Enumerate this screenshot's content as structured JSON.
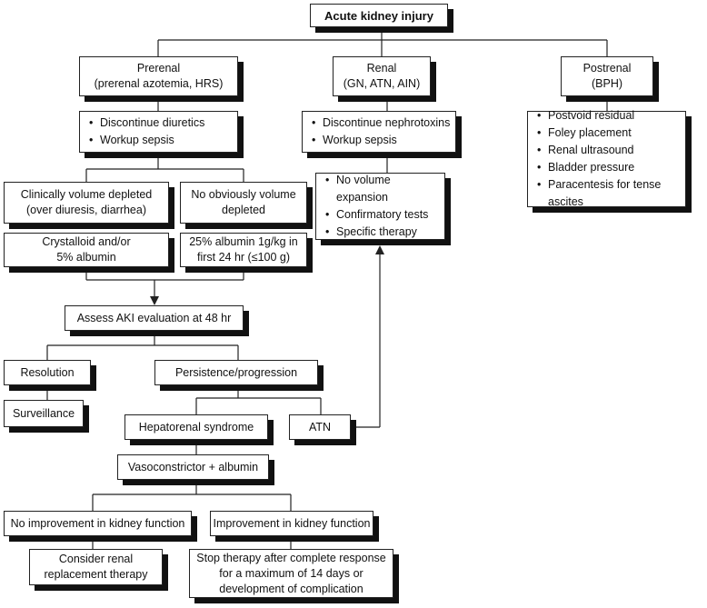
{
  "title": "Acute kidney injury",
  "prerenal": {
    "line1": "Prerenal",
    "line2": "(prerenal azotemia, HRS)"
  },
  "renal": {
    "line1": "Renal",
    "line2": "(GN, ATN, AIN)"
  },
  "postrenal": {
    "line1": "Postrenal",
    "line2": "(BPH)"
  },
  "prerenal_actions": [
    "Discontinue diuretics",
    "Workup sepsis"
  ],
  "renal_actions": [
    "Discontinue nephrotoxins",
    "Workup sepsis"
  ],
  "renal_next": [
    "No volume expansion",
    "Confirmatory tests",
    "Specific therapy"
  ],
  "postrenal_actions": [
    "Postvoid residual",
    "Foley placement",
    "Renal ultrasound",
    "Bladder pressure",
    "Paracentesis for tense ascites"
  ],
  "volume_depleted": {
    "line1": "Clinically volume depleted",
    "line2": "(over diuresis, diarrhea)"
  },
  "not_depleted": {
    "line1": "No obviously volume",
    "line2": "depleted"
  },
  "crystalloid": {
    "line1": "Crystalloid and/or",
    "line2": "5% albumin"
  },
  "albumin": {
    "line1": "25% albumin 1g/kg in",
    "line2": "first 24 hr (≤100 g)"
  },
  "assess": "Assess AKI evaluation at 48 hr",
  "resolution": "Resolution",
  "surveillance": "Surveillance",
  "persistence": "Persistence/progression",
  "hrs": "Hepatorenal syndrome",
  "atn": "ATN",
  "vasoconstrictor": "Vasoconstrictor + albumin",
  "no_improvement": "No improvement in kidney function",
  "improvement": "Improvement in kidney function",
  "rrt": {
    "line1": "Consider renal",
    "line2": "replacement therapy"
  },
  "stop": {
    "line1": "Stop therapy after complete response",
    "line2": "for a maximum of 14 days or",
    "line3": "development of complication"
  }
}
